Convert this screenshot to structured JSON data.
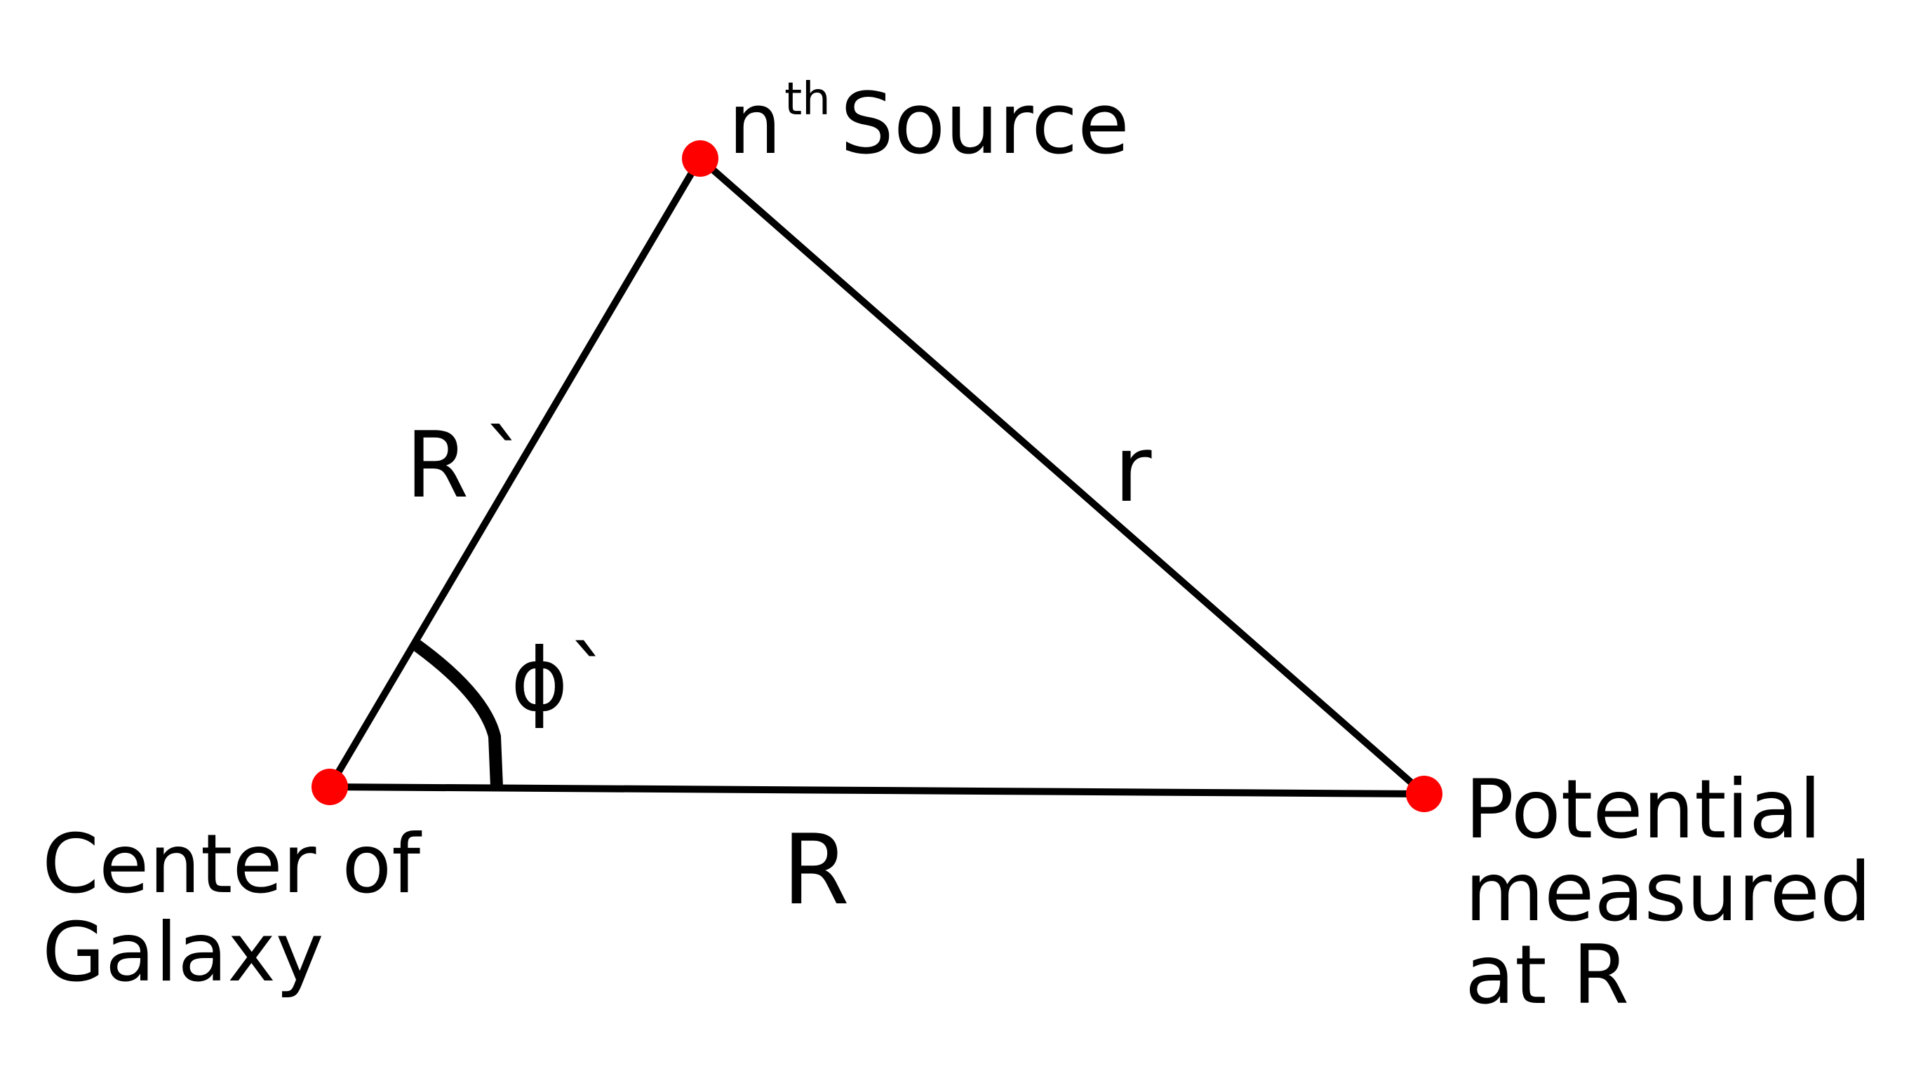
{
  "colors": {
    "line": "#000000",
    "point": "#ff0000",
    "background": "#ffffff"
  },
  "points": {
    "source": {
      "label_base": "n",
      "label_sup": "th",
      "label_rest": "Source"
    },
    "center": {
      "label_lines": [
        "Center of",
        "Galaxy"
      ]
    },
    "potential": {
      "label_lines": [
        "Potential",
        "measured",
        "at R"
      ]
    }
  },
  "edges": {
    "center_to_source": "R`",
    "source_to_potential": "r",
    "center_to_potential": "R"
  },
  "angle": {
    "label": "ϕ`"
  }
}
